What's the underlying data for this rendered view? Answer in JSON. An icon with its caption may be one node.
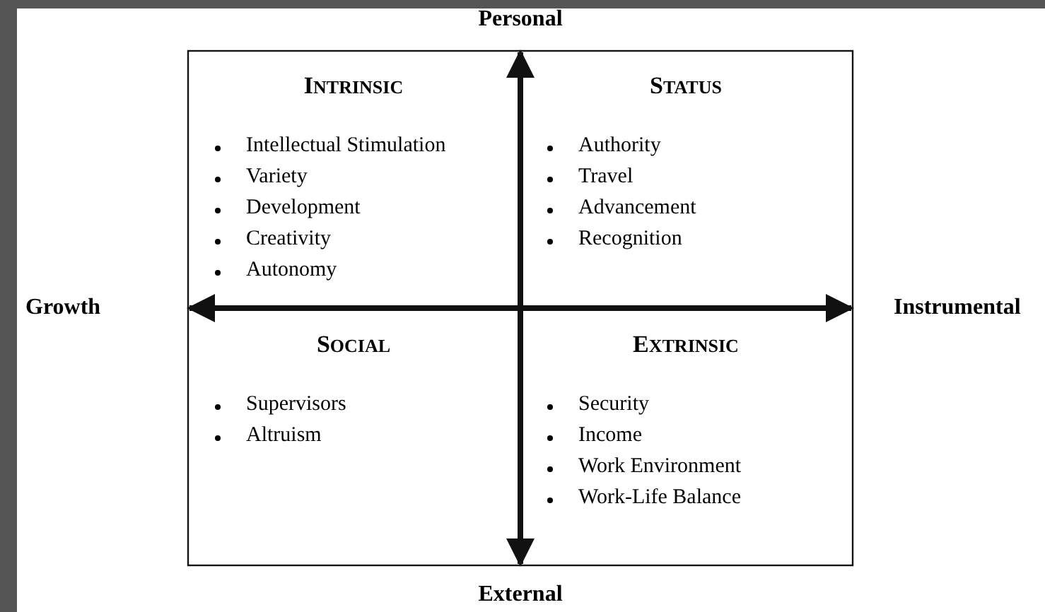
{
  "diagram": {
    "nodes": [
      {
        "text": [
          "INTRINSIC",
          "Intellectual Stimulation",
          "Variety",
          "Development",
          "Creativity",
          "Autonomy"
        ]
      },
      {
        "text": [
          "STATUS",
          "Authority",
          "Travel",
          "Advancement",
          "Recognition"
        ]
      },
      {
        "text": [
          "SOCIAL",
          "Supervisors",
          "Altruism"
        ]
      },
      {
        "text": [
          "EXTRINSIC",
          "Security",
          "Income",
          "Work Environment",
          "Work-Life Balance"
        ]
      }
    ],
    "labels": [
      "Personal",
      "Growth",
      "Instrumental",
      "External"
    ]
  }
}
